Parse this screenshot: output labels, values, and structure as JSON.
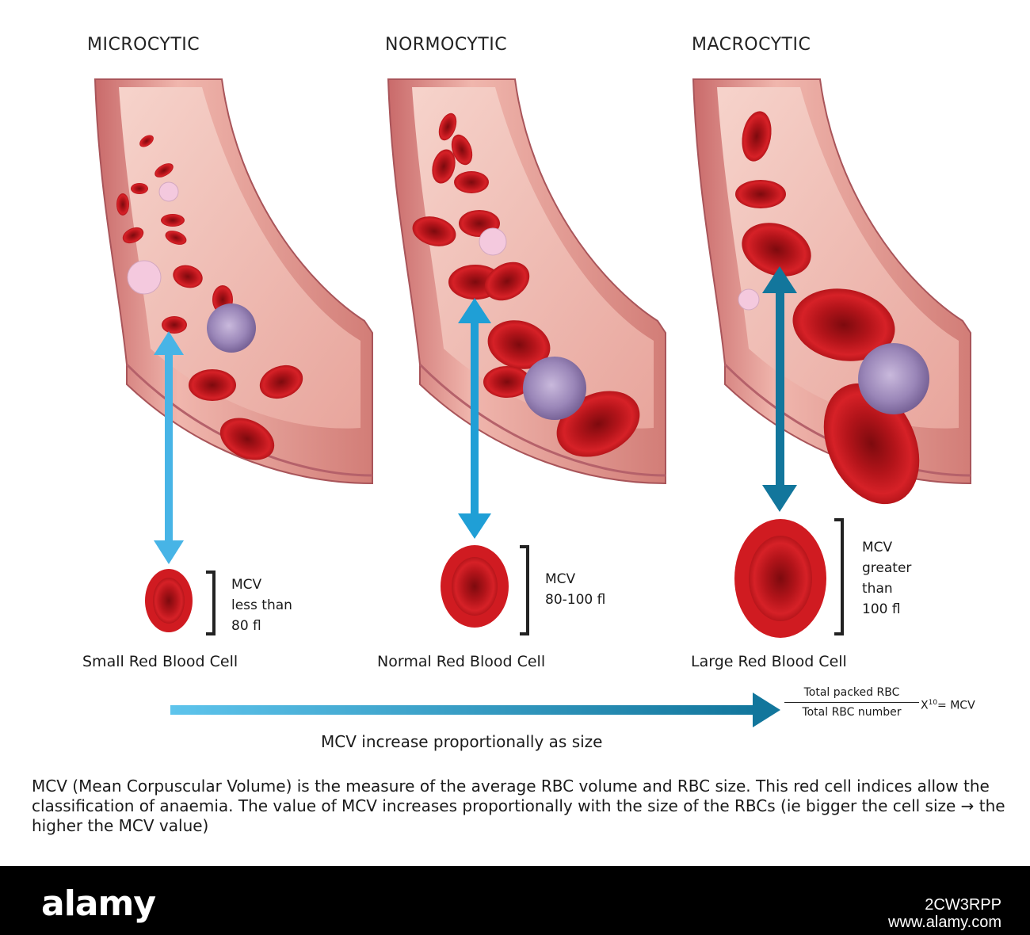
{
  "headings": [
    "MICROCYTIC",
    "NORMOCYTIC",
    "MACROCYTIC"
  ],
  "cells": [
    {
      "label": "Small Red Blood Cell",
      "mcv": [
        "MCV",
        "less than",
        "80 fl"
      ]
    },
    {
      "label": "Normal Red Blood Cell",
      "mcv": [
        "MCV",
        "80-100 fl"
      ]
    },
    {
      "label": "Large Red Blood Cell",
      "mcv": [
        "MCV",
        "greater",
        "than",
        "100 fl"
      ]
    }
  ],
  "formula": {
    "numerator": "Total packed RBC",
    "denominator": "Total RBC number",
    "multiplier": "X",
    "exponent": "10",
    "result": "= MCV"
  },
  "arrow_caption": "MCV increase proportionally as size",
  "description": "MCV (Mean Corpuscular Volume) is the measure of the average RBC volume and RBC size. This red cell indices allow the classification of anaemia. The value of MCV increases proportionally with the size of the RBCs (ie bigger the cell size → the higher the MCV value)",
  "footer": {
    "brand": "alamy",
    "image_id": "2CW3RPP",
    "site": "www.alamy.com"
  },
  "colors": {
    "vessel_outer": "#e9a9a3",
    "vessel_inner": "#c75d5f",
    "rbc": "#c8171d",
    "rbc_dark": "#8e0c10",
    "wbc": "#8b7aa8",
    "arrow_light": "#47b4e6",
    "arrow_mid": "#1f9fd6",
    "arrow_dark": "#12769c"
  }
}
